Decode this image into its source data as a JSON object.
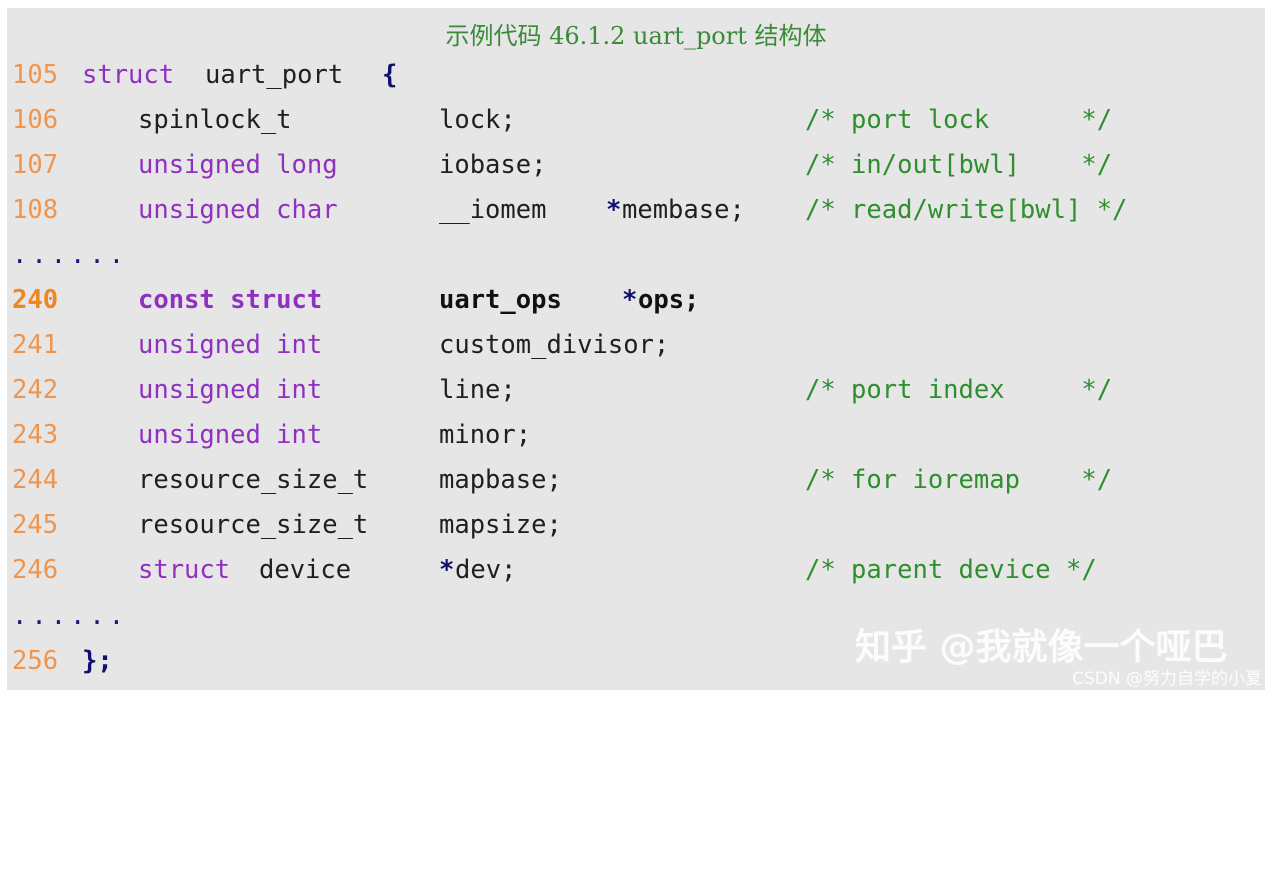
{
  "caption": "示例代码 46.1.2 uart_port 结构体",
  "lines": {
    "l105": {
      "num": "105",
      "kw": "struct",
      "name": "uart_port",
      "brace": "{"
    },
    "l106": {
      "num": "106",
      "type": "spinlock_t",
      "member": "lock;",
      "comment": "/* port lock      */"
    },
    "l107": {
      "num": "107",
      "kw": "unsigned long",
      "member": "iobase;",
      "comment": "/* in/out[bwl]    */"
    },
    "l108": {
      "num": "108",
      "kw": "unsigned char",
      "attr": "__iomem",
      "star": "*",
      "member": "membase;",
      "comment": "/* read/write[bwl] */"
    },
    "dots1": "......",
    "l240": {
      "num": "240",
      "kw": "const struct",
      "type": "uart_ops",
      "star": "*",
      "member": "ops;"
    },
    "l241": {
      "num": "241",
      "kw": "unsigned int",
      "member": "custom_divisor;"
    },
    "l242": {
      "num": "242",
      "kw": "unsigned int",
      "member": "line;",
      "comment": "/* port index     */"
    },
    "l243": {
      "num": "243",
      "kw": "unsigned int",
      "member": "minor;"
    },
    "l244": {
      "num": "244",
      "type": "resource_size_t",
      "member": "mapbase;",
      "comment": "/* for ioremap    */"
    },
    "l245": {
      "num": "245",
      "type": "resource_size_t",
      "member": "mapsize;"
    },
    "l246": {
      "num": "246",
      "kw": "struct",
      "type": "device",
      "star": "*",
      "member": "dev;",
      "comment": "/* parent device */"
    },
    "dots2": "......",
    "l256": {
      "num": "256",
      "brace": "};"
    }
  },
  "watermark": "知乎 @我就像一个哑巴",
  "watermark_small": "CSDN @努力自学的小夏"
}
